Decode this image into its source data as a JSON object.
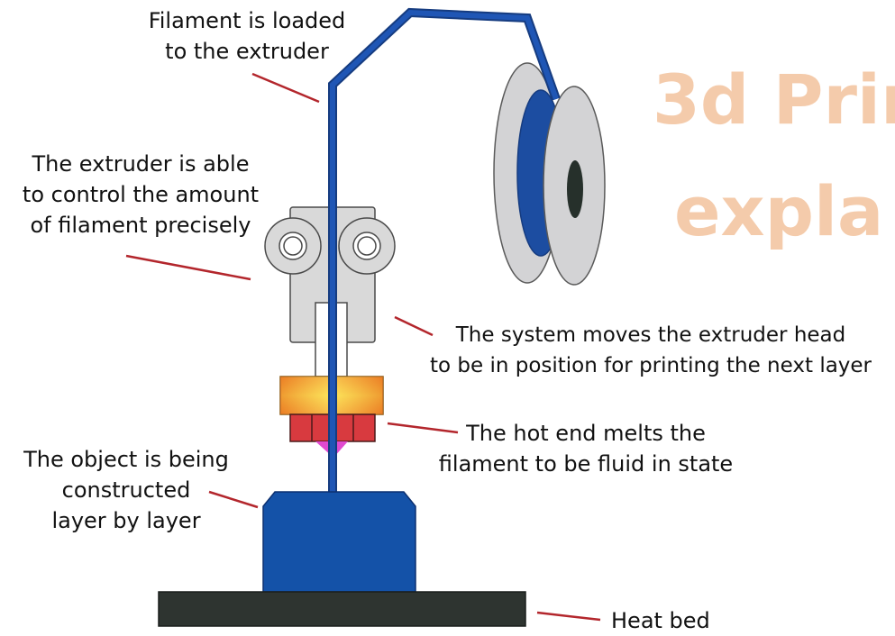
{
  "labels": {
    "filament_loaded": [
      "Filament is loaded",
      "to the extruder"
    ],
    "extruder_control": [
      "The extruder is able",
      "to control the amount",
      "of filament precisely"
    ],
    "system_moves": [
      "The system moves the extruder head",
      "to be in position for printing the next layer"
    ],
    "hot_end": [
      "The hot end melts the",
      "filament to be fluid in state"
    ],
    "object_constructed": [
      "The object is being",
      "constructed",
      "layer by layer"
    ],
    "heat_bed": "Heat bed"
  },
  "watermark": [
    "3d Prin",
    "expla"
  ],
  "colors": {
    "filament": "#1c4da1",
    "object": "#1452a8",
    "bed": "#2e3430",
    "spool": "#d3d3d5",
    "extruder": "#d9d9d9",
    "leader_line": "#b3262c",
    "hot_end_top": "#f7b026",
    "hot_end_bottom": "#d83a3f",
    "nozzle": "#e04ad0",
    "watermark": "#f4c7a4"
  }
}
